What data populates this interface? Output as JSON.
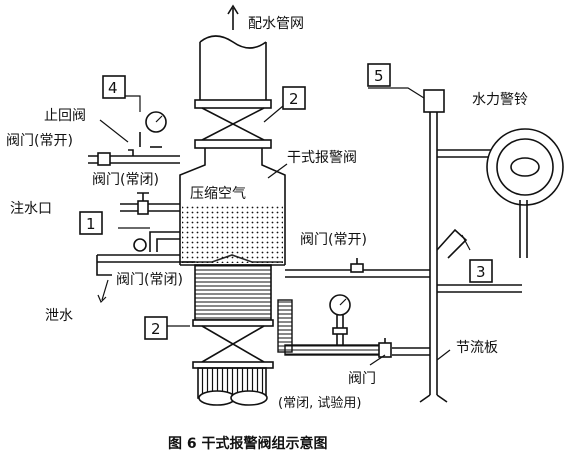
{
  "diagram": {
    "caption": "图 6    干式报警阀组示意图",
    "labels": {
      "distribution_pipe": "配水管网",
      "check_valve": "止回阀",
      "valve_normally_open_top": "阀门(常开)",
      "valve_normally_closed_top": "阀门(常闭)",
      "water_inlet": "注水口",
      "compressed_air": "压缩空气",
      "dry_alarm_valve": "干式报警阀",
      "hydraulic_bell": "水力警铃",
      "valve_normally_open_right": "阀门(常开)",
      "valve_normally_closed_left": "阀门(常闭)",
      "drain": "泄水",
      "orifice_plate": "节流板",
      "test_valve_title": "阀门",
      "test_valve_note": "(常闭, 试验用)"
    },
    "callouts": {
      "c1": "1",
      "c2_top": "2",
      "c2_bottom": "2",
      "c3": "3",
      "c4": "4",
      "c5": "5"
    }
  }
}
